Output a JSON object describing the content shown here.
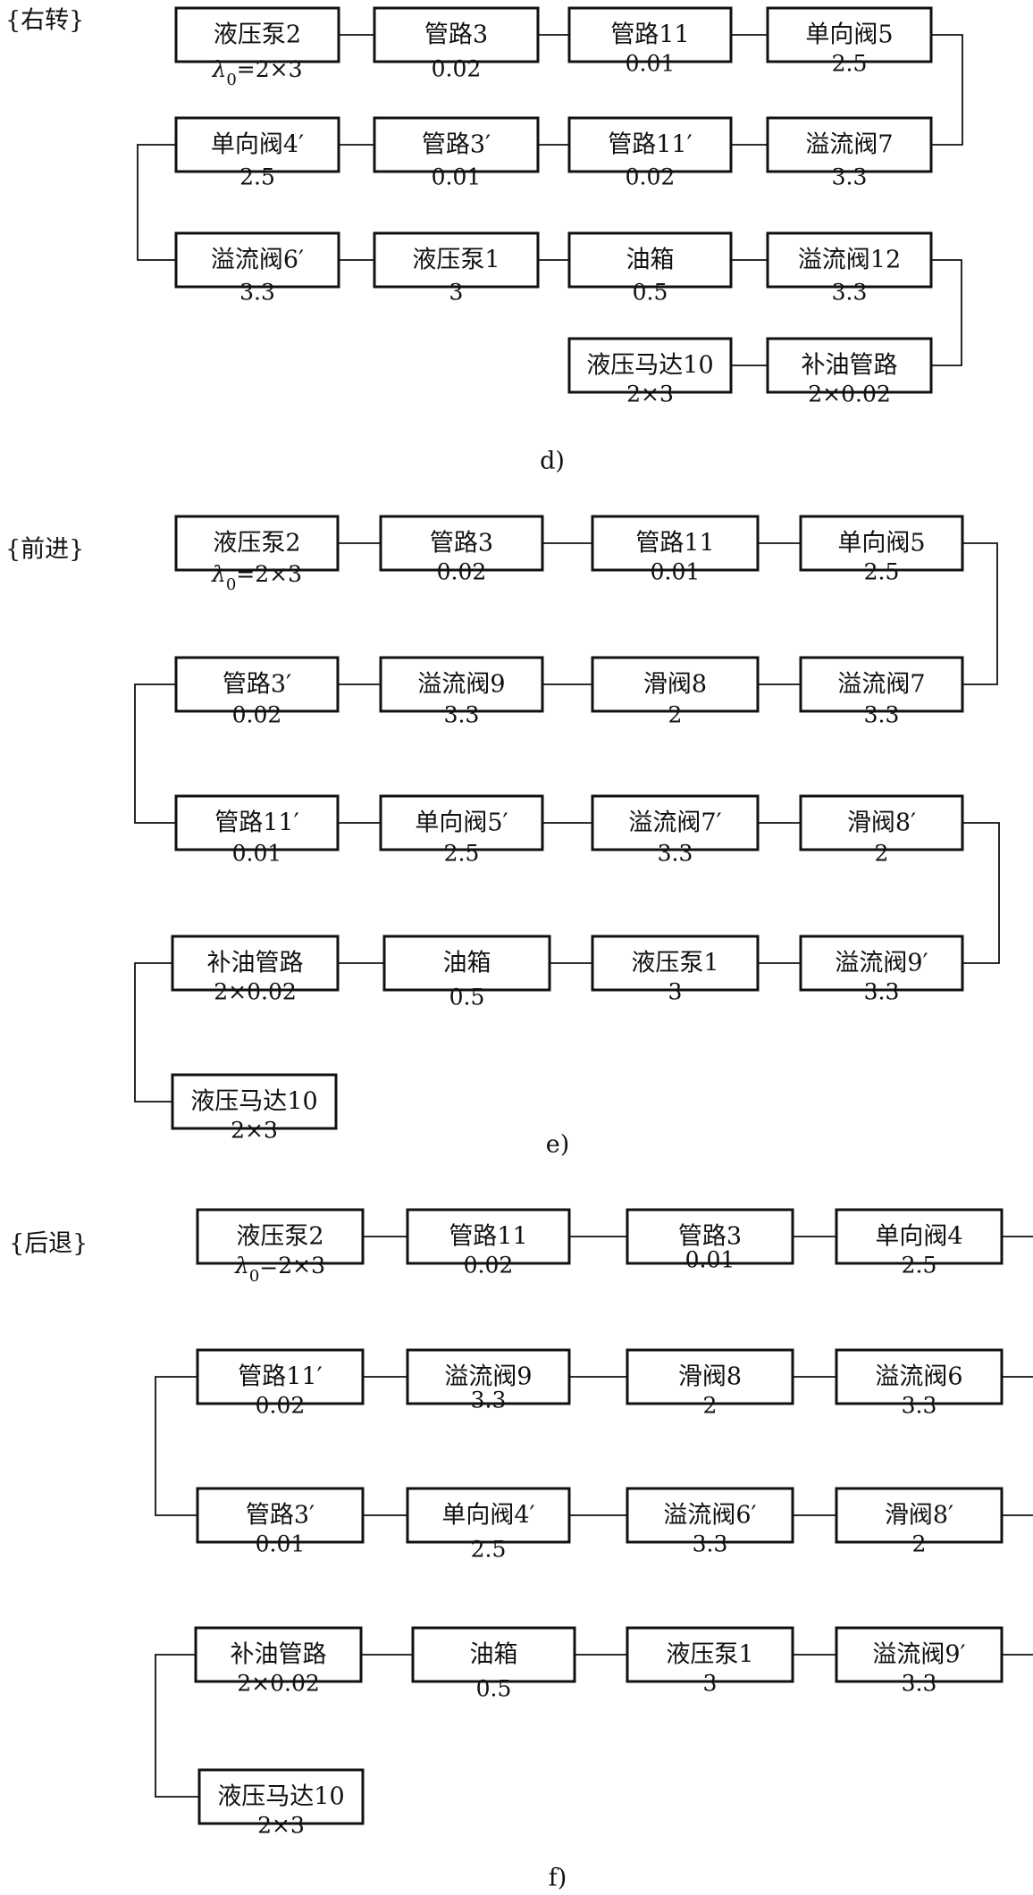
{
  "sections": [
    {
      "title": "{右转}",
      "caption": "d)",
      "nodes": [
        {
          "label": "液压泵2",
          "value": "λ0=2×3"
        },
        {
          "label": "管路3",
          "value": "0.02"
        },
        {
          "label": "管路11",
          "value": "0.01"
        },
        {
          "label": "单向阀5",
          "value": "2.5"
        },
        {
          "label": "单向阀4′",
          "value": "2.5"
        },
        {
          "label": "管路3′",
          "value": "0.01"
        },
        {
          "label": "管路11′",
          "value": "0.02"
        },
        {
          "label": "溢流阀7",
          "value": "3.3"
        },
        {
          "label": "溢流阀6′",
          "value": "3.3"
        },
        {
          "label": "液压泵1",
          "value": "3"
        },
        {
          "label": "油箱",
          "value": "0.5"
        },
        {
          "label": "溢流阀12",
          "value": "3.3"
        },
        {
          "label": "液压马达10",
          "value": "2×3"
        },
        {
          "label": "补油管路",
          "value": "2×0.02"
        }
      ]
    },
    {
      "title": "{前进}",
      "caption": "e)",
      "nodes": [
        {
          "label": "液压泵2",
          "value": "λ0=2×3"
        },
        {
          "label": "管路3",
          "value": "0.02"
        },
        {
          "label": "管路11",
          "value": "0.01"
        },
        {
          "label": "单向阀5",
          "value": "2.5"
        },
        {
          "label": "管路3′",
          "value": "0.02"
        },
        {
          "label": "溢流阀9",
          "value": "3.3"
        },
        {
          "label": "滑阀8",
          "value": "2"
        },
        {
          "label": "溢流阀7",
          "value": "3.3"
        },
        {
          "label": "管路11′",
          "value": "0.01"
        },
        {
          "label": "单向阀5′",
          "value": "2.5"
        },
        {
          "label": "溢流阀7′",
          "value": "3.3"
        },
        {
          "label": "滑阀8′",
          "value": "2"
        },
        {
          "label": "补油管路",
          "value": "2×0.02"
        },
        {
          "label": "油箱",
          "value": "0.5"
        },
        {
          "label": "液压泵1",
          "value": "3"
        },
        {
          "label": "溢流阀9′",
          "value": "3.3"
        },
        {
          "label": "液压马达10",
          "value": "2×3"
        }
      ]
    },
    {
      "title": "{后退}",
      "caption": "f)",
      "nodes": [
        {
          "label": "液压泵2",
          "value": "λ0=2×3"
        },
        {
          "label": "管路11",
          "value": "0.02"
        },
        {
          "label": "管路3",
          "value": "0.01"
        },
        {
          "label": "单向阀4",
          "value": "2.5"
        },
        {
          "label": "管路11′",
          "value": "0.02"
        },
        {
          "label": "溢流阀9",
          "value": "3.3"
        },
        {
          "label": "滑阀8",
          "value": "2"
        },
        {
          "label": "溢流阀6",
          "value": "3.3"
        },
        {
          "label": "管路3′",
          "value": "0.01"
        },
        {
          "label": "单向阀4′",
          "value": "2.5"
        },
        {
          "label": "溢流阀6′",
          "value": "3.3"
        },
        {
          "label": "滑阀8′",
          "value": "2"
        },
        {
          "label": "补油管路",
          "value": "2×0.02"
        },
        {
          "label": "油箱",
          "value": "0.5"
        },
        {
          "label": "液压泵1",
          "value": "3"
        },
        {
          "label": "溢流阀9′",
          "value": "3.3"
        },
        {
          "label": "液压马达10",
          "value": "2×3"
        }
      ]
    }
  ]
}
